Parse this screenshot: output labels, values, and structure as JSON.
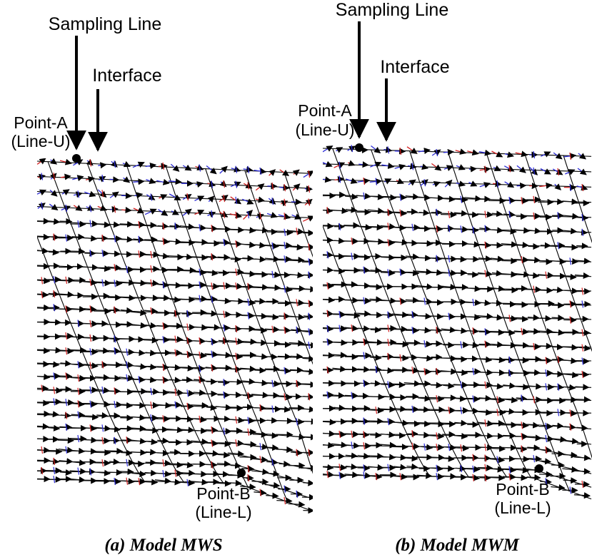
{
  "panels": [
    {
      "caption": "(a) Model MWS",
      "sampling_line_label": "Sampling Line",
      "interface_label": "Interface",
      "point_a_label": "Point-A",
      "point_a_line": "(Line-U)",
      "point_b_label": "Point-B",
      "point_b_line": "(Line-L)"
    },
    {
      "caption": "(b) Model MWM",
      "sampling_line_label": "Sampling Line",
      "interface_label": "Interface",
      "point_a_label": "Point-A",
      "point_a_line": "(Line-U)",
      "point_b_label": "Point-B",
      "point_b_line": "(Line-L)"
    }
  ],
  "colors": {
    "mesh": "#000000",
    "vector_dark": "#111111",
    "vector_blue": "#2a2ad6",
    "vector_red": "#d21e1e"
  }
}
